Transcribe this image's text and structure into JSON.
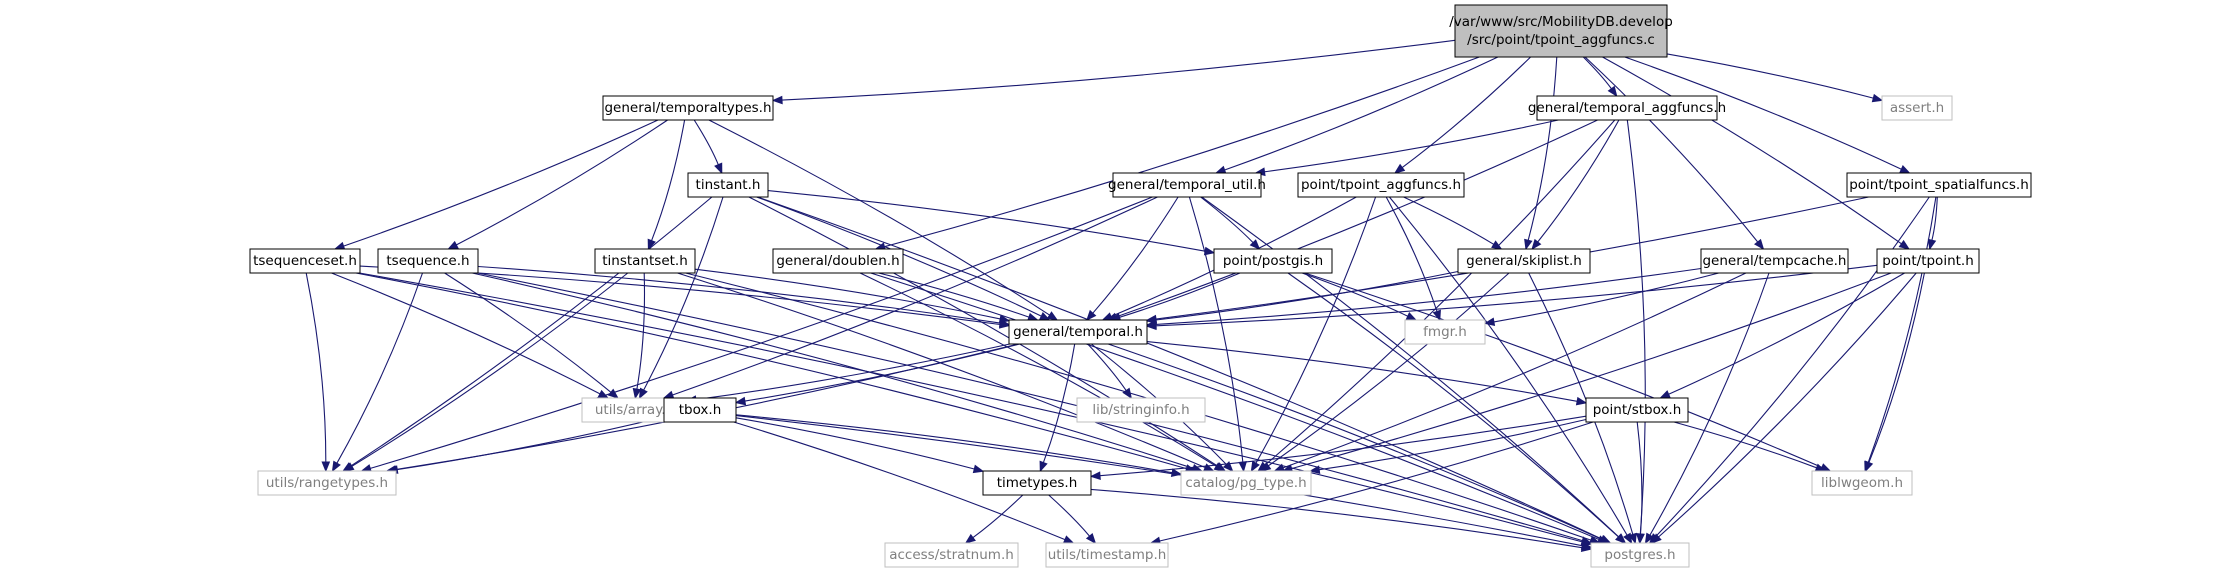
{
  "colors": {
    "edge": "#191970",
    "root_fill": "#bfbfbf",
    "documented_border": "#000000",
    "external_border": "#bfbfbf",
    "external_text": "#7f7f7f",
    "text": "#000000"
  },
  "nodes": [
    {
      "id": "root",
      "lines": [
        "/var/www/src/MobilityDB.develop",
        "/src/point/tpoint_aggfuncs.c"
      ],
      "kind": "root"
    },
    {
      "id": "temporaltypes",
      "lines": [
        "general/temporaltypes.h"
      ],
      "kind": "doc"
    },
    {
      "id": "temporal_aggfuncs",
      "lines": [
        "general/temporal_aggfuncs.h"
      ],
      "kind": "doc"
    },
    {
      "id": "assert",
      "lines": [
        "assert.h"
      ],
      "kind": "ext"
    },
    {
      "id": "tinstant",
      "lines": [
        "tinstant.h"
      ],
      "kind": "doc"
    },
    {
      "id": "temporal_util",
      "lines": [
        "general/temporal_util.h"
      ],
      "kind": "doc"
    },
    {
      "id": "tpoint_aggfuncs_h",
      "lines": [
        "point/tpoint_aggfuncs.h"
      ],
      "kind": "doc"
    },
    {
      "id": "tpoint_spatialfuncs",
      "lines": [
        "point/tpoint_spatialfuncs.h"
      ],
      "kind": "doc"
    },
    {
      "id": "tsequenceset",
      "lines": [
        "tsequenceset.h"
      ],
      "kind": "doc"
    },
    {
      "id": "tsequence",
      "lines": [
        "tsequence.h"
      ],
      "kind": "doc"
    },
    {
      "id": "tinstantset",
      "lines": [
        "tinstantset.h"
      ],
      "kind": "doc"
    },
    {
      "id": "doublen",
      "lines": [
        "general/doublen.h"
      ],
      "kind": "doc"
    },
    {
      "id": "postgis",
      "lines": [
        "point/postgis.h"
      ],
      "kind": "doc"
    },
    {
      "id": "skiplist",
      "lines": [
        "general/skiplist.h"
      ],
      "kind": "doc"
    },
    {
      "id": "tempcache",
      "lines": [
        "general/tempcache.h"
      ],
      "kind": "doc"
    },
    {
      "id": "tpoint",
      "lines": [
        "point/tpoint.h"
      ],
      "kind": "doc"
    },
    {
      "id": "temporal",
      "lines": [
        "general/temporal.h"
      ],
      "kind": "doc"
    },
    {
      "id": "fmgr",
      "lines": [
        "fmgr.h"
      ],
      "kind": "ext"
    },
    {
      "id": "array",
      "lines": [
        "utils/array.h"
      ],
      "kind": "ext"
    },
    {
      "id": "stringinfo",
      "lines": [
        "lib/stringinfo.h"
      ],
      "kind": "ext"
    },
    {
      "id": "stbox",
      "lines": [
        "point/stbox.h"
      ],
      "kind": "doc"
    },
    {
      "id": "tbox",
      "lines": [
        "tbox.h"
      ],
      "kind": "doc"
    },
    {
      "id": "rangetypes",
      "lines": [
        "utils/rangetypes.h"
      ],
      "kind": "ext"
    },
    {
      "id": "pg_type",
      "lines": [
        "catalog/pg_type.h"
      ],
      "kind": "ext"
    },
    {
      "id": "liblwgeom",
      "lines": [
        "liblwgeom.h"
      ],
      "kind": "ext"
    },
    {
      "id": "timetypes",
      "lines": [
        "timetypes.h"
      ],
      "kind": "doc"
    },
    {
      "id": "stratnum",
      "lines": [
        "access/stratnum.h"
      ],
      "kind": "ext"
    },
    {
      "id": "timestamp",
      "lines": [
        "utils/timestamp.h"
      ],
      "kind": "ext"
    },
    {
      "id": "postgres",
      "lines": [
        "postgres.h"
      ],
      "kind": "ext"
    }
  ],
  "edges": [
    [
      "root",
      "temporaltypes"
    ],
    [
      "root",
      "temporal_aggfuncs"
    ],
    [
      "root",
      "assert"
    ],
    [
      "root",
      "temporal_util"
    ],
    [
      "root",
      "tpoint_aggfuncs_h"
    ],
    [
      "root",
      "tpoint_spatialfuncs"
    ],
    [
      "root",
      "doublen"
    ],
    [
      "root",
      "skiplist"
    ],
    [
      "root",
      "tempcache"
    ],
    [
      "root",
      "tpoint"
    ],
    [
      "temporaltypes",
      "tinstant"
    ],
    [
      "temporaltypes",
      "tsequenceset"
    ],
    [
      "temporaltypes",
      "tsequence"
    ],
    [
      "temporaltypes",
      "tinstantset"
    ],
    [
      "temporaltypes",
      "temporal"
    ],
    [
      "temporal_aggfuncs",
      "temporal_util"
    ],
    [
      "temporal_aggfuncs",
      "skiplist"
    ],
    [
      "temporal_aggfuncs",
      "temporal"
    ],
    [
      "temporal_aggfuncs",
      "pg_type"
    ],
    [
      "temporal_aggfuncs",
      "postgres"
    ],
    [
      "tinstant",
      "temporal"
    ],
    [
      "tinstant",
      "postgis"
    ],
    [
      "tinstant",
      "array"
    ],
    [
      "tinstant",
      "rangetypes"
    ],
    [
      "tinstant",
      "pg_type"
    ],
    [
      "tinstant",
      "postgres"
    ],
    [
      "temporal_util",
      "temporal"
    ],
    [
      "temporal_util",
      "postgis"
    ],
    [
      "temporal_util",
      "array"
    ],
    [
      "temporal_util",
      "rangetypes"
    ],
    [
      "temporal_util",
      "pg_type"
    ],
    [
      "temporal_util",
      "postgres"
    ],
    [
      "tpoint_aggfuncs_h",
      "temporal"
    ],
    [
      "tpoint_aggfuncs_h",
      "skiplist"
    ],
    [
      "tpoint_aggfuncs_h",
      "fmgr"
    ],
    [
      "tpoint_aggfuncs_h",
      "pg_type"
    ],
    [
      "tpoint_aggfuncs_h",
      "postgres"
    ],
    [
      "tpoint_spatialfuncs",
      "tpoint"
    ],
    [
      "tpoint_spatialfuncs",
      "temporal"
    ],
    [
      "tpoint_spatialfuncs",
      "liblwgeom"
    ],
    [
      "tpoint_spatialfuncs",
      "postgres"
    ],
    [
      "tsequenceset",
      "temporal"
    ],
    [
      "tsequenceset",
      "array"
    ],
    [
      "tsequenceset",
      "rangetypes"
    ],
    [
      "tsequenceset",
      "pg_type"
    ],
    [
      "tsequenceset",
      "postgres"
    ],
    [
      "tsequence",
      "temporal"
    ],
    [
      "tsequence",
      "array"
    ],
    [
      "tsequence",
      "rangetypes"
    ],
    [
      "tsequence",
      "pg_type"
    ],
    [
      "tsequence",
      "postgres"
    ],
    [
      "tinstantset",
      "temporal"
    ],
    [
      "tinstantset",
      "array"
    ],
    [
      "tinstantset",
      "rangetypes"
    ],
    [
      "tinstantset",
      "pg_type"
    ],
    [
      "tinstantset",
      "postgres"
    ],
    [
      "doublen",
      "temporal"
    ],
    [
      "doublen",
      "pg_type"
    ],
    [
      "doublen",
      "postgres"
    ],
    [
      "postgis",
      "temporal"
    ],
    [
      "postgis",
      "fmgr"
    ],
    [
      "postgis",
      "liblwgeom"
    ],
    [
      "postgis",
      "postgres"
    ],
    [
      "skiplist",
      "temporal"
    ],
    [
      "skiplist",
      "pg_type"
    ],
    [
      "skiplist",
      "postgres"
    ],
    [
      "tempcache",
      "temporal"
    ],
    [
      "tempcache",
      "fmgr"
    ],
    [
      "tempcache",
      "pg_type"
    ],
    [
      "tempcache",
      "postgres"
    ],
    [
      "tpoint",
      "temporal"
    ],
    [
      "tpoint",
      "stbox"
    ],
    [
      "tpoint",
      "liblwgeom"
    ],
    [
      "tpoint",
      "pg_type"
    ],
    [
      "tpoint",
      "postgres"
    ],
    [
      "temporal",
      "array"
    ],
    [
      "temporal",
      "stringinfo"
    ],
    [
      "temporal",
      "tbox"
    ],
    [
      "temporal",
      "stbox"
    ],
    [
      "temporal",
      "timetypes"
    ],
    [
      "temporal",
      "rangetypes"
    ],
    [
      "temporal",
      "pg_type"
    ],
    [
      "temporal",
      "postgres"
    ],
    [
      "stbox",
      "timetypes"
    ],
    [
      "stbox",
      "liblwgeom"
    ],
    [
      "stbox",
      "pg_type"
    ],
    [
      "stbox",
      "postgres"
    ],
    [
      "stbox",
      "timestamp"
    ],
    [
      "tbox",
      "timetypes"
    ],
    [
      "tbox",
      "rangetypes"
    ],
    [
      "tbox",
      "pg_type"
    ],
    [
      "tbox",
      "postgres"
    ],
    [
      "tbox",
      "timestamp"
    ],
    [
      "timetypes",
      "stratnum"
    ],
    [
      "timetypes",
      "timestamp"
    ],
    [
      "timetypes",
      "postgres"
    ]
  ]
}
